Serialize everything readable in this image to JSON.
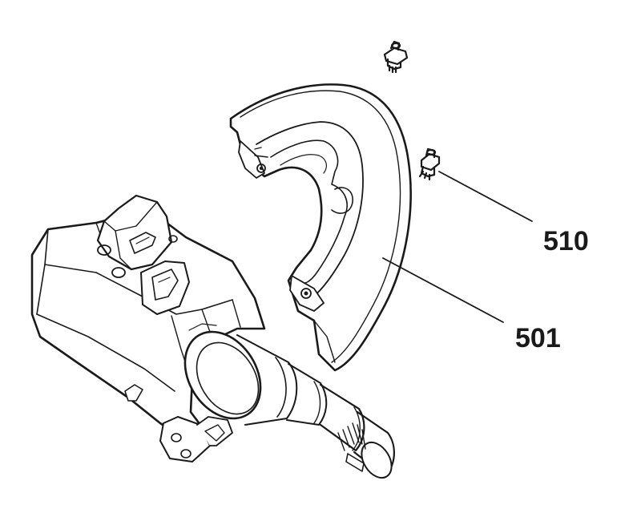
{
  "callouts": [
    {
      "id": "510"
    },
    {
      "id": "501"
    }
  ],
  "callout_labels": {
    "c510": "510",
    "c501": "501"
  },
  "colors": {
    "ink": "#1a1a1a",
    "paper": "#ffffff",
    "shade": "#c8c8c8"
  }
}
